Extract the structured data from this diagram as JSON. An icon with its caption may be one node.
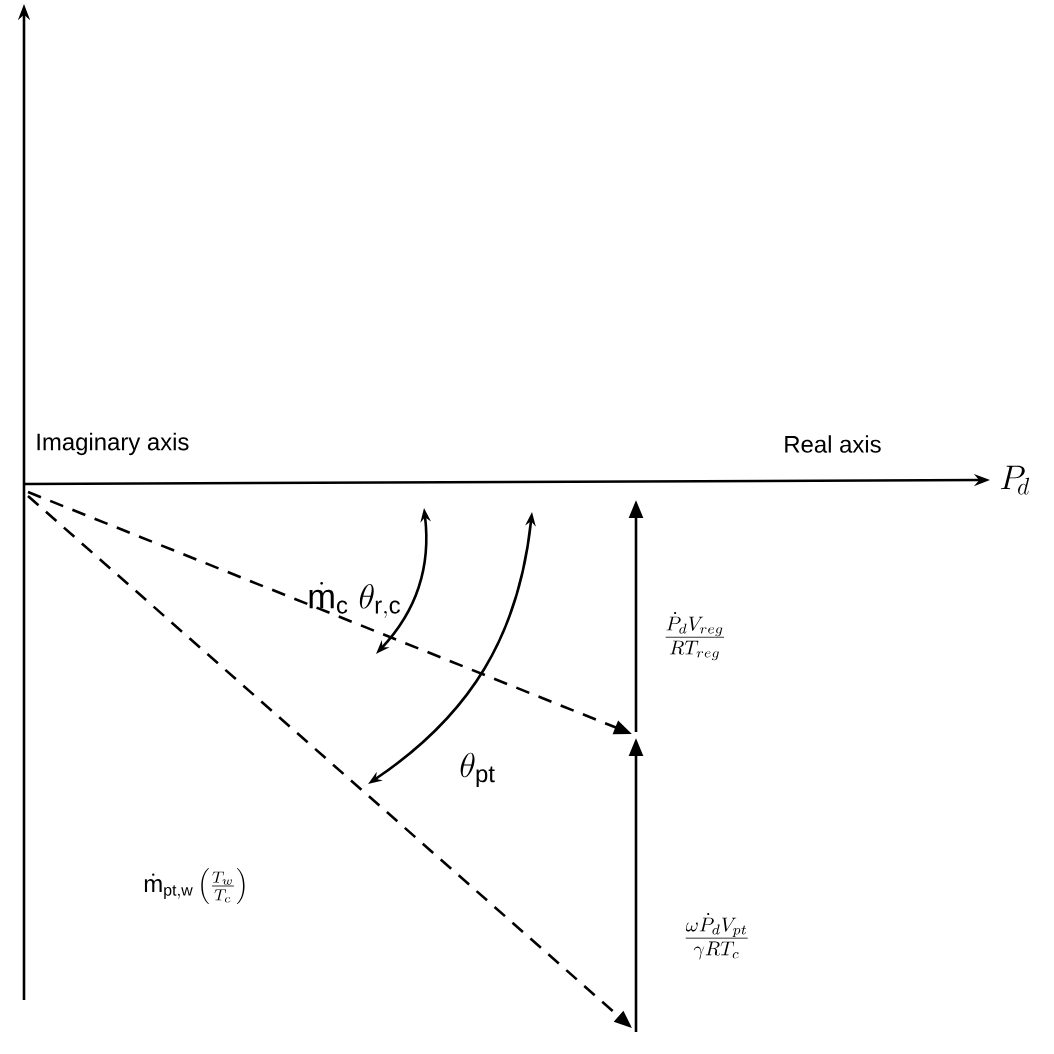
{
  "diagram": {
    "labels": [
      "Imaginary axis",
      "Real axis",
      "P_{\\!d}",
      "\\dot{\\mathrm{m}}_{\\mathrm{c}}\\;\\theta_{\\mathrm{r,c}}",
      "\\theta_{\\mathrm{pt}}",
      "\\dot{\\mathrm{m}}_{\\mathrm{pt,w}}\\left(\\frac{T_w}{T_c}\\right)",
      "\\frac{\\dot{P}_d V_{reg}}{RT_{reg}}",
      "\\frac{\\omega \\dot{P}_d V_{pt}}{\\gamma R T_c}"
    ]
  }
}
